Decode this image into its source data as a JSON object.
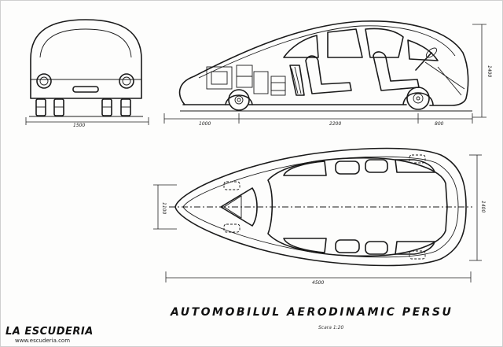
{
  "drawing": {
    "title": "AUTOMOBILUL  AERODINAMIC  PERSU",
    "scale_note": "Scara 1:20",
    "dimensions": {
      "front_width": "1500",
      "front_overhang": "1000",
      "wheelbase": "2200",
      "rear_overhang": "800",
      "height": "1400",
      "total_length": "4500",
      "plan_width": "1400",
      "track_width": "1100"
    }
  },
  "watermark": {
    "logo": "LA ESCUDERIA",
    "url": "www.escuderia.com"
  }
}
